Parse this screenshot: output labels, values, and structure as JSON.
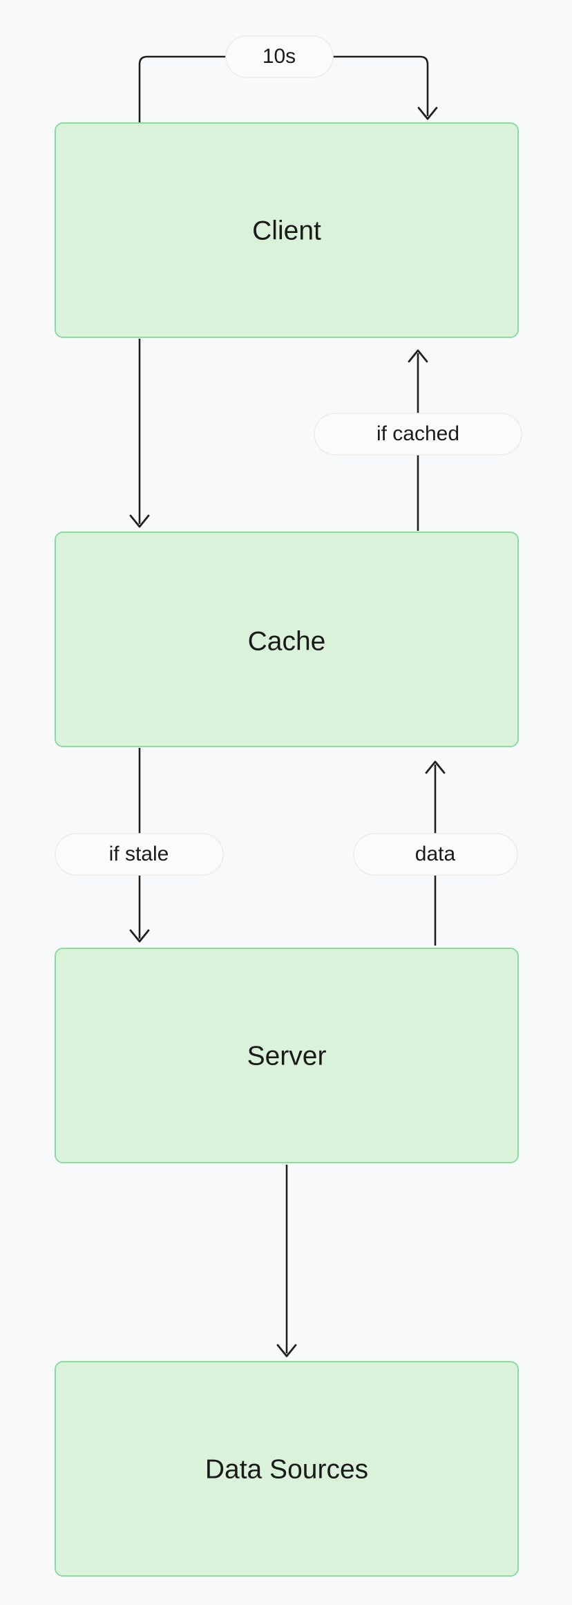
{
  "diagram": {
    "type": "flowchart",
    "direction": "top-to-bottom",
    "background_color": "#f8f9fa",
    "node_fill_color": "#d9f2d9",
    "node_border_color": "#8ade9d",
    "edge_color": "#1f1f1f",
    "label_pill_fill": "#fbfbfb",
    "label_pill_border": "#ececec",
    "nodes": [
      {
        "id": "client",
        "label": "Client"
      },
      {
        "id": "cache",
        "label": "Cache"
      },
      {
        "id": "server",
        "label": "Server"
      },
      {
        "id": "data_sources",
        "label": "Data Sources"
      }
    ],
    "edges": [
      {
        "id": "client-self-loop",
        "from": "client",
        "to": "client",
        "label": "10s"
      },
      {
        "id": "client-to-cache",
        "from": "client",
        "to": "cache",
        "label": ""
      },
      {
        "id": "cache-to-client",
        "from": "cache",
        "to": "client",
        "label": "if cached"
      },
      {
        "id": "cache-to-server",
        "from": "cache",
        "to": "server",
        "label": "if stale"
      },
      {
        "id": "server-to-cache",
        "from": "server",
        "to": "cache",
        "label": "data"
      },
      {
        "id": "server-to-data-sources",
        "from": "server",
        "to": "data_sources",
        "label": ""
      }
    ],
    "edge_labels": {
      "self_loop": "10s",
      "if_cached": "if cached",
      "if_stale": "if stale",
      "data": "data"
    }
  }
}
